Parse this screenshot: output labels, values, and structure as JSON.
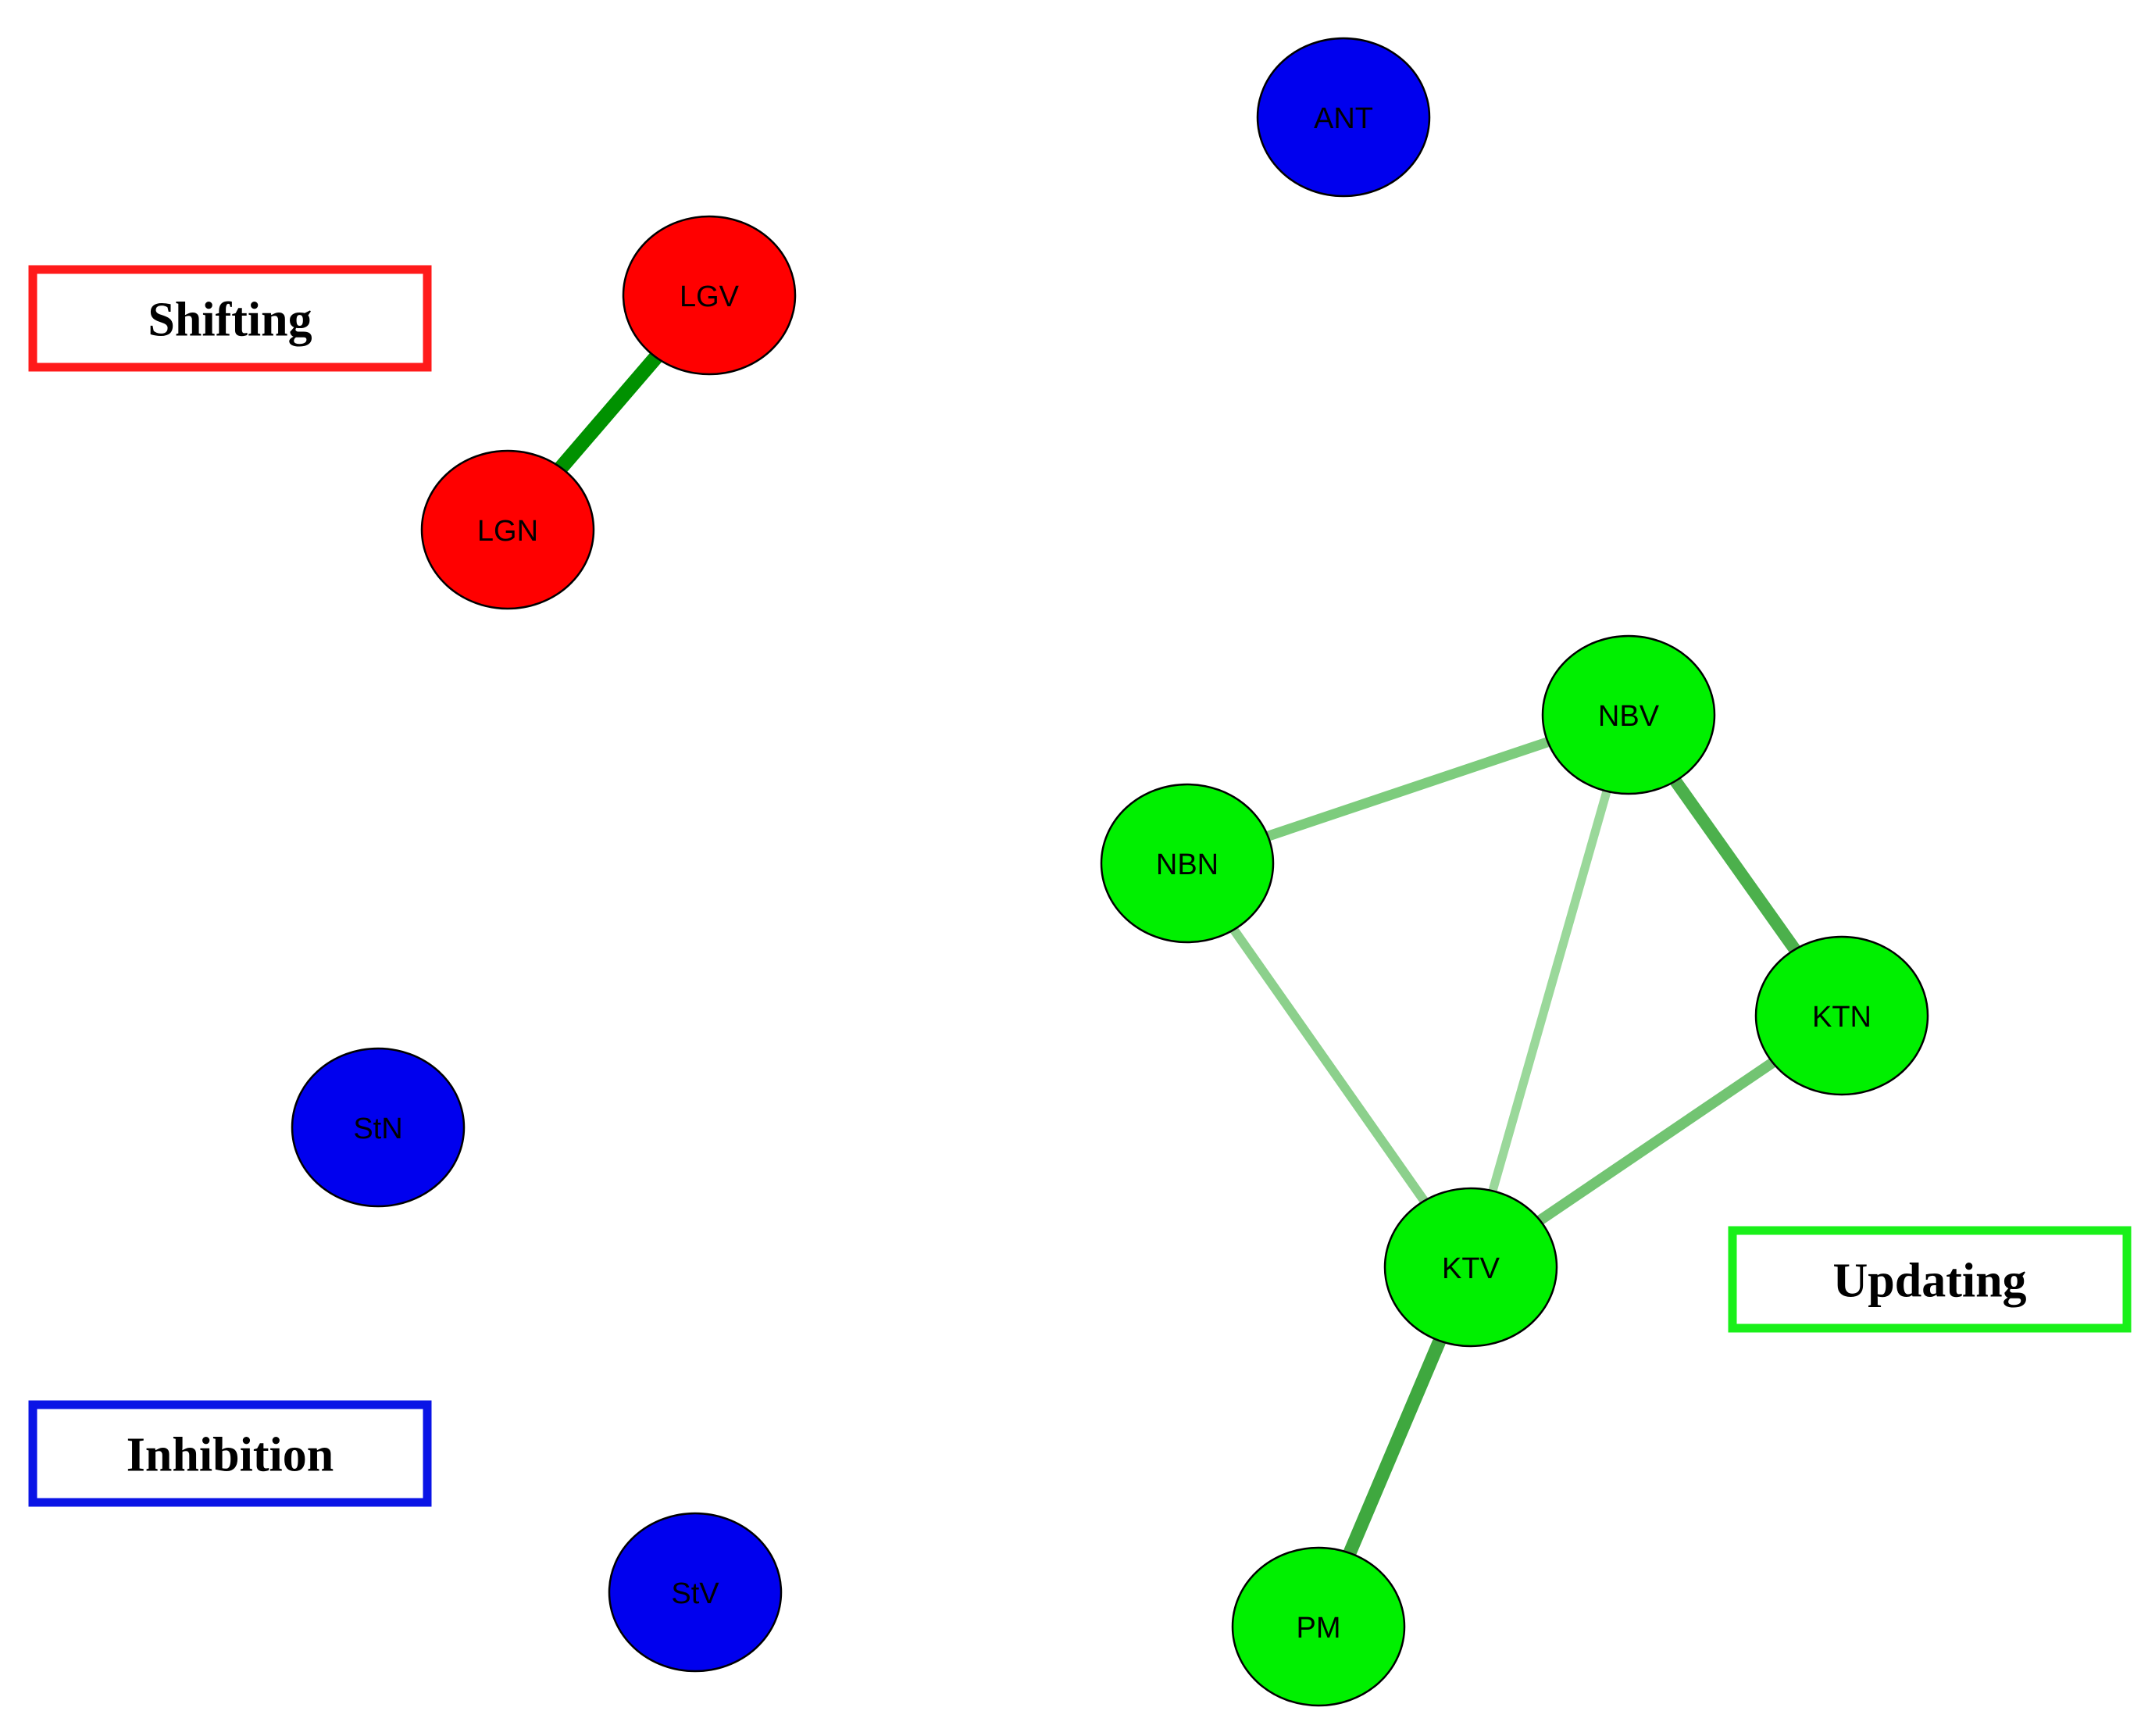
{
  "legend": [
    {
      "id": "shifting",
      "label": "Shifting",
      "color": "#ff1a1a"
    },
    {
      "id": "inhibition",
      "label": "Inhibition",
      "color": "#0a14e6"
    },
    {
      "id": "updating",
      "label": "Updating",
      "color": "#19f019"
    }
  ],
  "groups": {
    "shifting": {
      "fill": "#ff0000"
    },
    "inhibition": {
      "fill": "#0000ee"
    },
    "updating": {
      "fill": "#00f000"
    }
  },
  "nodes": [
    {
      "id": "ANT",
      "label": "ANT",
      "group": "inhibition"
    },
    {
      "id": "LGV",
      "label": "LGV",
      "group": "shifting"
    },
    {
      "id": "LGN",
      "label": "LGN",
      "group": "shifting"
    },
    {
      "id": "NBV",
      "label": "NBV",
      "group": "updating"
    },
    {
      "id": "NBN",
      "label": "NBN",
      "group": "updating"
    },
    {
      "id": "KTN",
      "label": "KTN",
      "group": "updating"
    },
    {
      "id": "KTV",
      "label": "KTV",
      "group": "updating"
    },
    {
      "id": "StN",
      "label": "StN",
      "group": "inhibition"
    },
    {
      "id": "StV",
      "label": "StV",
      "group": "inhibition"
    },
    {
      "id": "PM",
      "label": "PM",
      "group": "updating"
    }
  ],
  "edges": [
    {
      "source": "LGV",
      "target": "LGN",
      "strength": 1.0,
      "color": "#009100"
    },
    {
      "source": "NBN",
      "target": "NBV",
      "strength": 0.5,
      "color": "#7dcc7d"
    },
    {
      "source": "NBV",
      "target": "KTV",
      "strength": 0.35,
      "color": "#9ad89a"
    },
    {
      "source": "NBV",
      "target": "KTN",
      "strength": 0.75,
      "color": "#4cb04c"
    },
    {
      "source": "NBN",
      "target": "KTV",
      "strength": 0.4,
      "color": "#8cd08c"
    },
    {
      "source": "KTN",
      "target": "KTV",
      "strength": 0.55,
      "color": "#72c472"
    },
    {
      "source": "KTV",
      "target": "PM",
      "strength": 0.85,
      "color": "#3fa83f"
    }
  ]
}
